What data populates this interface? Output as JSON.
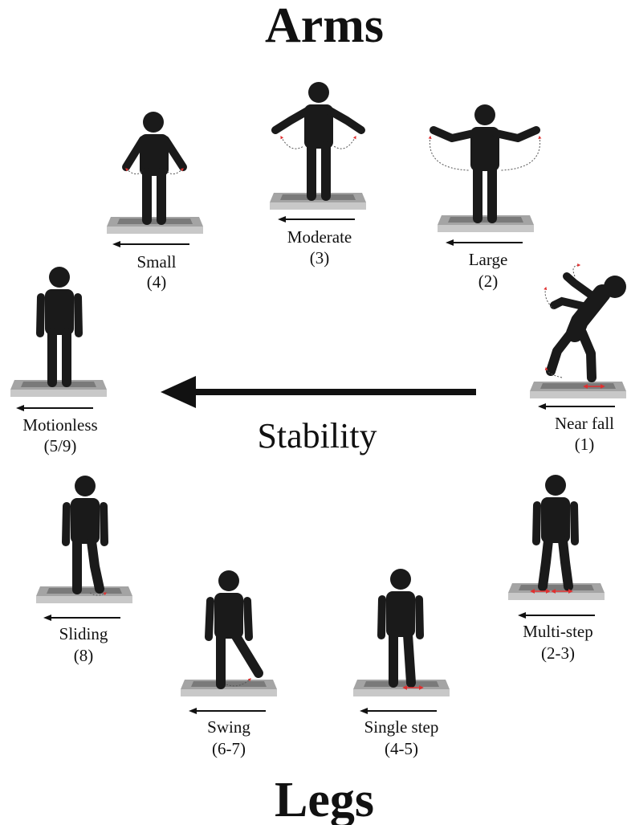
{
  "title_top": "Arms",
  "title_bottom": "Legs",
  "center_label": "Stability",
  "colors": {
    "figure": "#1a1a1a",
    "platform_top": "#a4a4a4",
    "platform_inner": "#7a7a7a",
    "platform_front": "#c8c8c8",
    "motion": "#e03030"
  },
  "figures": {
    "small": {
      "label": "Small",
      "score": "(4)"
    },
    "moderate": {
      "label": "Moderate",
      "score": "(3)"
    },
    "large": {
      "label": "Large",
      "score": "(2)"
    },
    "near_fall": {
      "label": "Near fall",
      "score": "(1)"
    },
    "motionless": {
      "label": "Motionless",
      "score": "(5/9)"
    },
    "sliding": {
      "label": "Sliding",
      "score": "(8)"
    },
    "swing": {
      "label": "Swing",
      "score": "(6-7)"
    },
    "single_step": {
      "label": "Single step",
      "score": "(4-5)"
    },
    "multi_step": {
      "label": "Multi-step",
      "score": "(2-3)"
    }
  }
}
